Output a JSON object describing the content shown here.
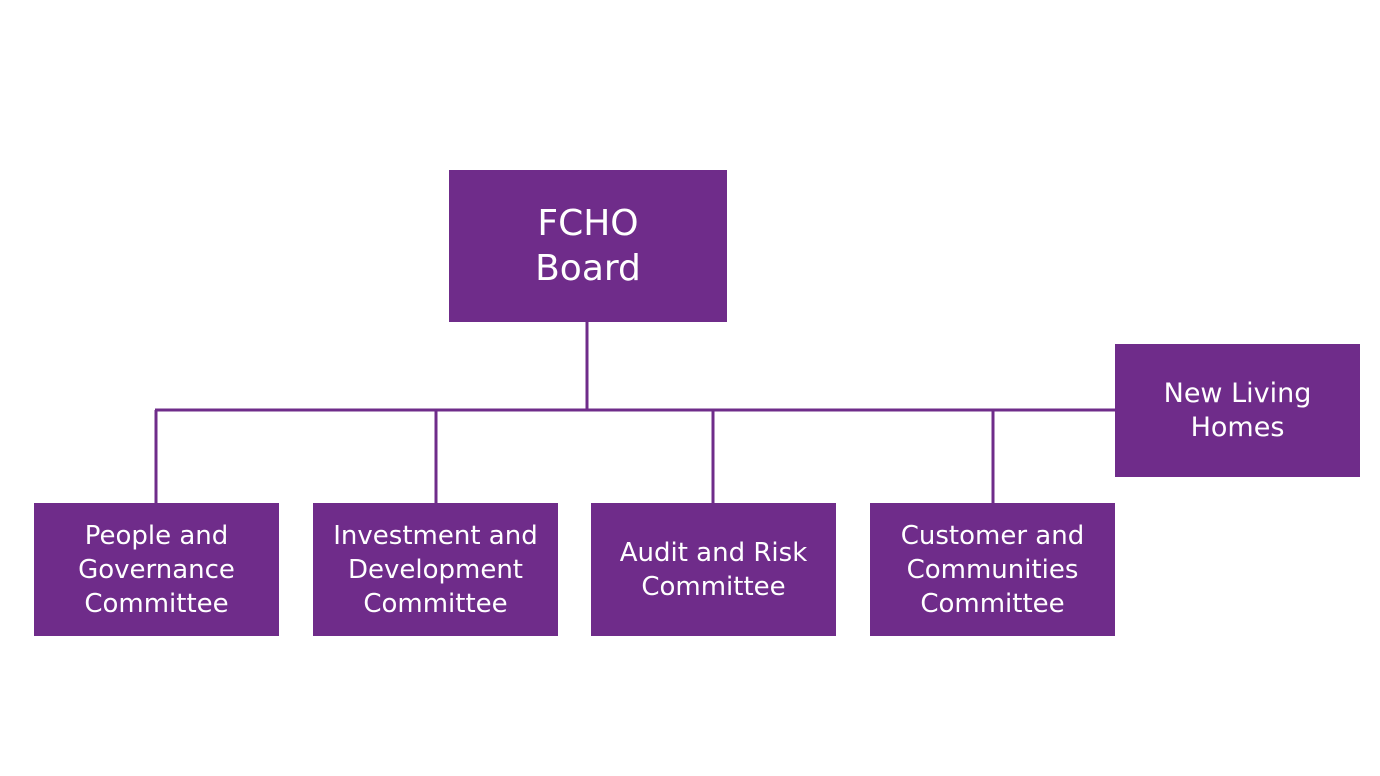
{
  "diagram": {
    "accent_color": "#6f2c8a",
    "root": {
      "label": "FCHO\nBoard"
    },
    "side_node": {
      "label": "New Living\nHomes"
    },
    "committees": [
      {
        "label": "People and\nGovernance\nCommittee"
      },
      {
        "label": "Investment and\nDevelopment\nCommittee"
      },
      {
        "label": "Audit and Risk\nCommittee"
      },
      {
        "label": "Customer and\nCommunities\nCommittee"
      }
    ]
  }
}
